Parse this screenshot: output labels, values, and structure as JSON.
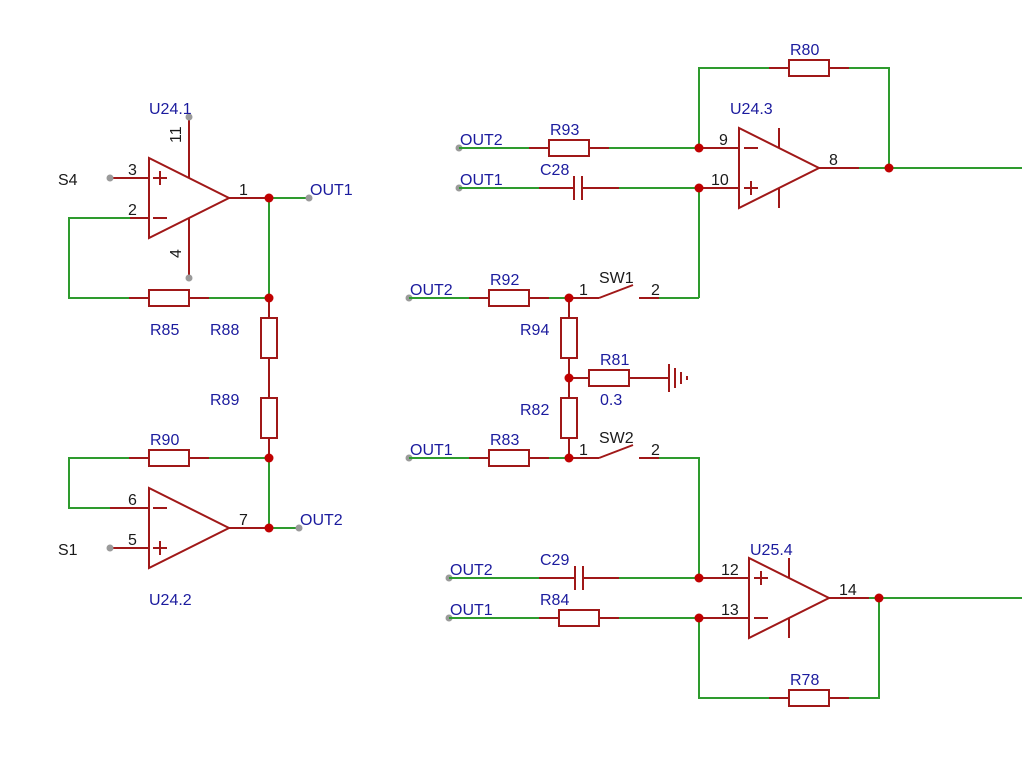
{
  "colors": {
    "wire": "#2e9b2e",
    "part": "#a01818",
    "junction": "#c00000",
    "net_label": "#1b1b9e",
    "pin_text": "#1a1a1a",
    "terminal": "#9a9a9a"
  },
  "opamps": [
    {
      "ref": "U24.1",
      "pins": {
        "noninv": "3",
        "inv": "2",
        "out": "1",
        "vplus": "11",
        "vminus": "4"
      }
    },
    {
      "ref": "U24.2",
      "pins": {
        "inv": "6",
        "noninv": "5",
        "out": "7"
      }
    },
    {
      "ref": "U24.3",
      "pins": {
        "inv": "9",
        "noninv": "10",
        "out": "8"
      }
    },
    {
      "ref": "U25.4",
      "pins": {
        "noninv": "12",
        "inv": "13",
        "out": "14"
      }
    }
  ],
  "resistors": [
    "R80",
    "R93",
    "R92",
    "R94",
    "R81",
    "R82",
    "R83",
    "R84",
    "R78",
    "R85",
    "R88",
    "R89",
    "R90"
  ],
  "resistor_values": {
    "R81": "0.3"
  },
  "capacitors": [
    "C28",
    "C29"
  ],
  "switches": [
    {
      "ref": "SW1",
      "pin1": "1",
      "pin2": "2"
    },
    {
      "ref": "SW2",
      "pin1": "1",
      "pin2": "2"
    }
  ],
  "net_labels": {
    "s4": "S4",
    "s1": "S1",
    "out1_u241": "OUT1",
    "out2_u242": "OUT2",
    "out2_r93": "OUT2",
    "out1_c28": "OUT1",
    "out2_r92": "OUT2",
    "out1_r83": "OUT1",
    "out2_c29": "OUT2",
    "out1_r84": "OUT1"
  }
}
